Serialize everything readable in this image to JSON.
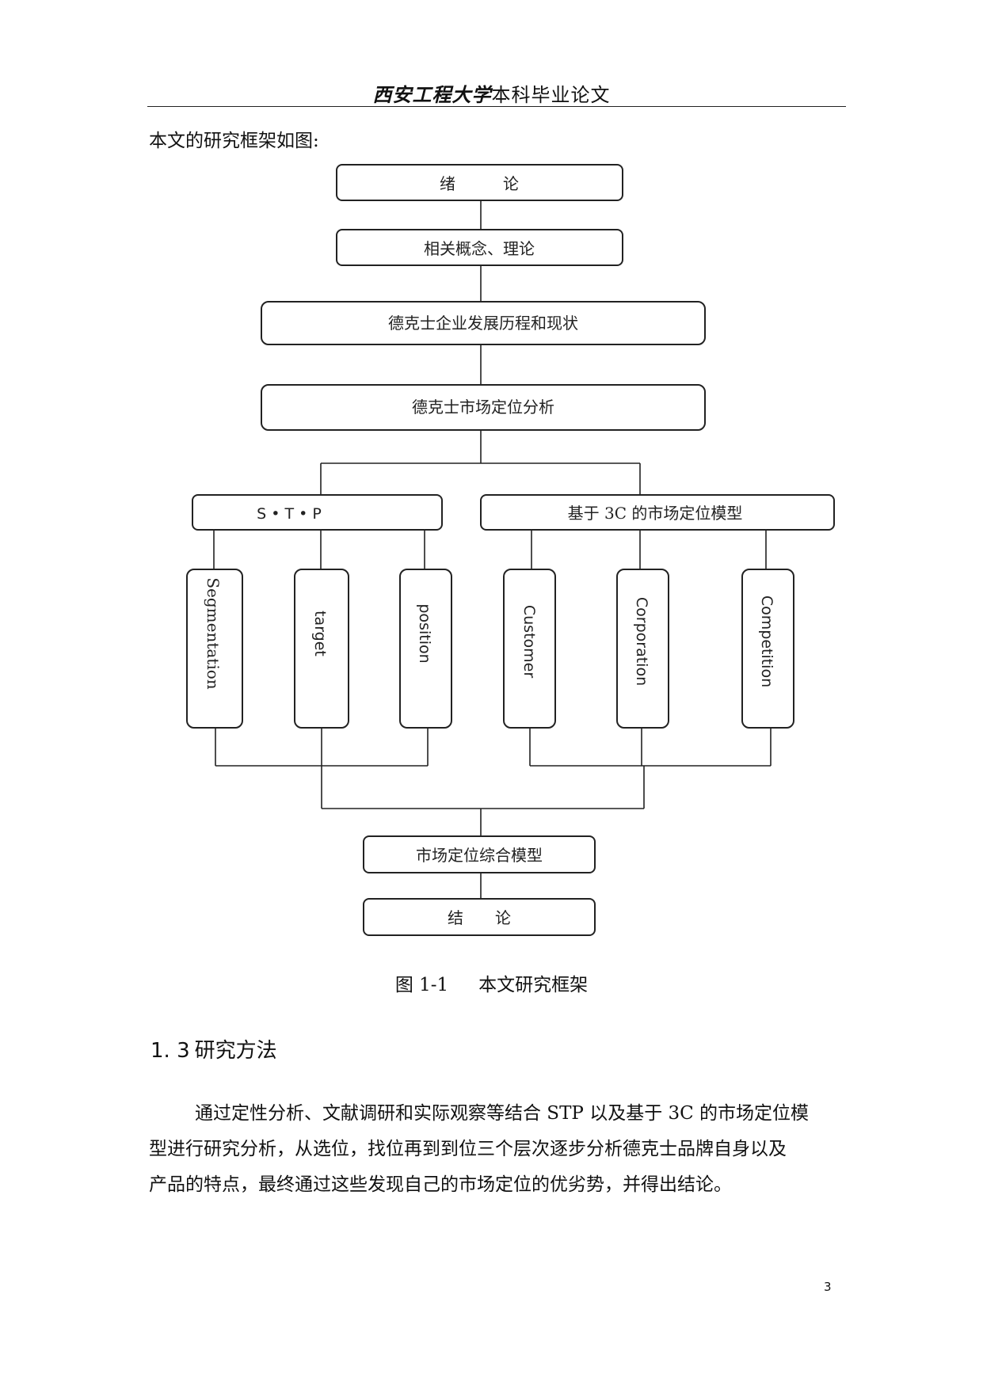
{
  "header": {
    "school": "西安工程大学",
    "doc_type": "本科毕业论文"
  },
  "intro_text": "本文的研究框架如图:",
  "diagram": {
    "intro_box": "绪　　　论",
    "concepts_box": "相关概念、理论",
    "history_box": "德克士企业发展历程和现状",
    "analysis_box": "德克士市场定位分析",
    "stp_box": "S • T • P",
    "model3c_box": "基于 3C 的市场定位模型",
    "stp_items": [
      "Segmentation",
      "target",
      "position"
    ],
    "c3_items": [
      "Customer",
      "Corporation",
      "Competition"
    ],
    "synthesis_box": "市场定位综合模型",
    "conclusion_box": "结　　论"
  },
  "figure_caption": {
    "number": "图 1-1",
    "title": "本文研究框架"
  },
  "section": {
    "number": "1. 3",
    "title": "研究方法"
  },
  "paragraph_lines": [
    "通过定性分析、文献调研和实际观察等结合 STP 以及基于 3C 的市场定位模",
    "型进行研究分析，从选位，找位再到到位三个层次逐步分析德克士品牌自身以及",
    "产品的特点，最终通过这些发现自己的市场定位的优劣势，并得出结论。"
  ],
  "page_number": "3"
}
